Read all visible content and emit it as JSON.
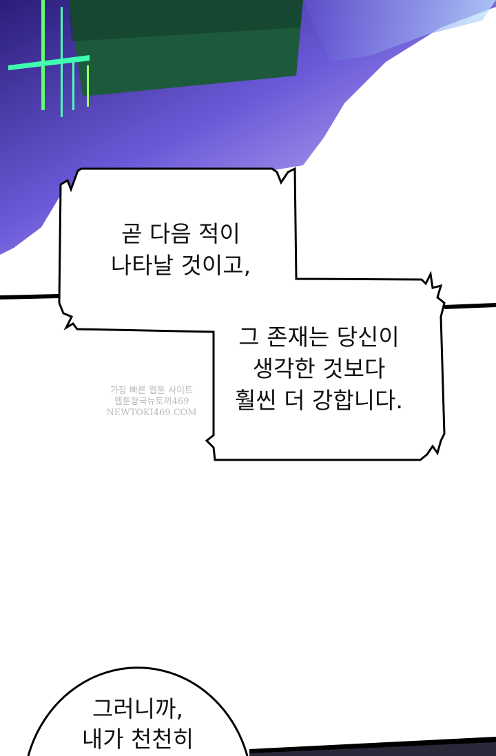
{
  "bubble1": {
    "lines": [
      "곧 다음 적이",
      "나타날 것이고,"
    ]
  },
  "bubble2": {
    "lines": [
      "그 존재는 당신이",
      "생각한 것보다",
      "훨씬 더 강합니다."
    ]
  },
  "bubble3": {
    "lines": [
      "그러니까,",
      "내가 천천히"
    ]
  },
  "watermark": {
    "lines": [
      "가장 빠른 웹툰 사이트",
      "웹툰왕국뉴토끼469",
      "NEWTOKI469.COM"
    ]
  },
  "colors": {
    "sky": "#3a2a8a",
    "crystal": "#7a6be0",
    "panel": "#1f5a3a",
    "neon": "#4dff7a",
    "dark_panel": "#2a2838"
  }
}
